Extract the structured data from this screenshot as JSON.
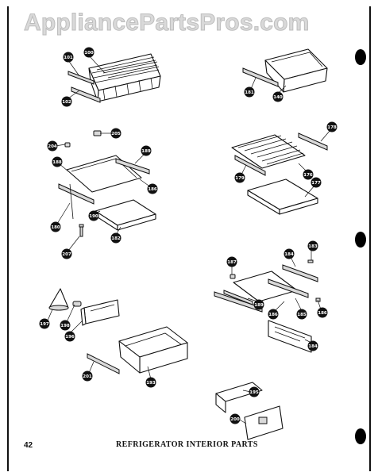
{
  "watermark": "AppliancePartsPros.com",
  "page_number": "42",
  "caption": "REFRIGERATOR INTERIOR PARTS",
  "callouts": [
    {
      "id": "c1",
      "label": "101"
    },
    {
      "id": "c2",
      "label": "100"
    },
    {
      "id": "c3",
      "label": "102"
    },
    {
      "id": "c4",
      "label": "181"
    },
    {
      "id": "c5",
      "label": "140"
    },
    {
      "id": "c6",
      "label": "204"
    },
    {
      "id": "c7",
      "label": "205"
    },
    {
      "id": "c8",
      "label": "189"
    },
    {
      "id": "c9",
      "label": "188"
    },
    {
      "id": "c10",
      "label": "186"
    },
    {
      "id": "c11",
      "label": "180"
    },
    {
      "id": "c12",
      "label": "190"
    },
    {
      "id": "c13",
      "label": "182"
    },
    {
      "id": "c14",
      "label": "207"
    },
    {
      "id": "c15",
      "label": "178"
    },
    {
      "id": "c16",
      "label": "179"
    },
    {
      "id": "c17",
      "label": "176"
    },
    {
      "id": "c18",
      "label": "177"
    },
    {
      "id": "c19",
      "label": "187"
    },
    {
      "id": "c20",
      "label": "184"
    },
    {
      "id": "c21",
      "label": "183"
    },
    {
      "id": "c22",
      "label": "189"
    },
    {
      "id": "c23",
      "label": "186"
    },
    {
      "id": "c24",
      "label": "185"
    },
    {
      "id": "c25",
      "label": "186"
    },
    {
      "id": "c26",
      "label": "184"
    },
    {
      "id": "c27",
      "label": "197"
    },
    {
      "id": "c28",
      "label": "198"
    },
    {
      "id": "c29",
      "label": "196"
    },
    {
      "id": "c30",
      "label": "201"
    },
    {
      "id": "c31",
      "label": "193"
    },
    {
      "id": "c32",
      "label": "195"
    },
    {
      "id": "c33",
      "label": "200"
    }
  ]
}
